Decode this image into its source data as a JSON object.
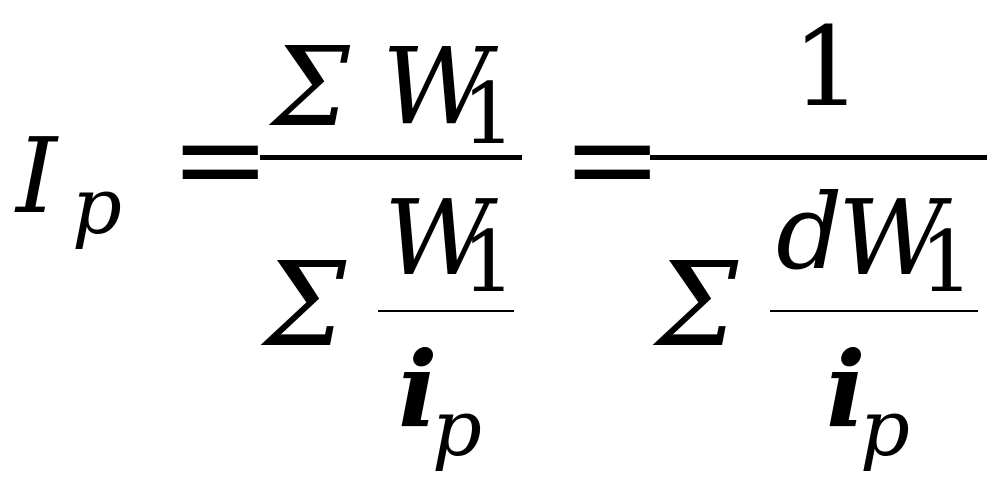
{
  "formula": {
    "lhs": {
      "base": "I",
      "sub": "p"
    },
    "eq1": "=",
    "frac1": {
      "num": {
        "sigma": "Σ",
        "var": "W",
        "sub": "1"
      },
      "den": {
        "sigma": "Σ",
        "inner_num": {
          "var": "W",
          "sub": "1"
        },
        "inner_den": {
          "base": "i",
          "sub": "p"
        }
      }
    },
    "eq2": "=",
    "frac2": {
      "num": "1",
      "den": {
        "sigma": "Σ",
        "inner_num": {
          "d": "d",
          "var": "W",
          "sub": "1"
        },
        "inner_den": {
          "base": "i",
          "sub": "p"
        }
      }
    }
  }
}
